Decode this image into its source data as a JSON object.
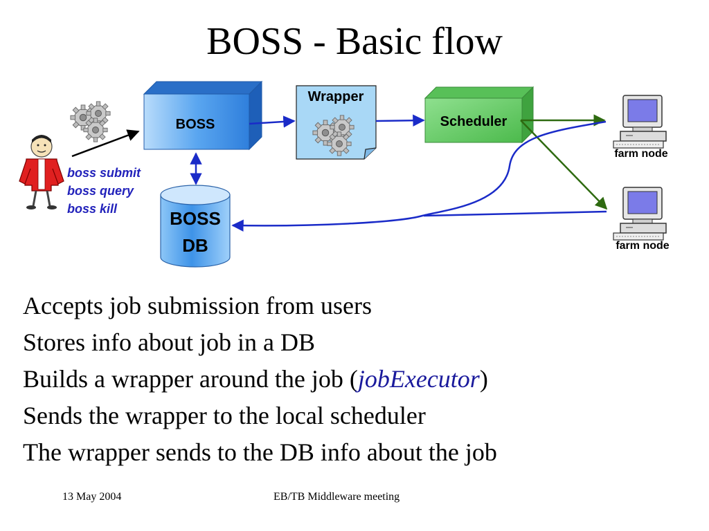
{
  "title": "BOSS - Basic flow",
  "diagram": {
    "boss_label": "BOSS",
    "wrapper_label": "Wrapper",
    "scheduler_label": "Scheduler",
    "db_label_line1": "BOSS",
    "db_label_line2": "DB",
    "farm_node_1": "farm node",
    "farm_node_2": "farm node",
    "commands": [
      "boss submit",
      "boss query",
      "boss kill"
    ]
  },
  "bullets": [
    {
      "text": "Accepts job submission from users"
    },
    {
      "text": "Stores info about job in a DB"
    },
    {
      "text": "Builds a wrapper around the job (",
      "emph": "jobExecutor",
      "after": ")"
    },
    {
      "text": "Sends the wrapper to the local scheduler"
    },
    {
      "text": "The wrapper sends to the DB info about the job"
    }
  ],
  "footer": {
    "date": "13 May 2004",
    "event": "EB/TB Middleware meeting"
  },
  "colors": {
    "boss_box": "#3f8fe6",
    "wrapper_box": "#a9d8f6",
    "scheduler_box": "#6fd06f",
    "db_cylinder": "#5aa8ef",
    "arrow_blue": "#1a2bc8",
    "arrow_green": "#2e6a10",
    "command_text": "#2222bb"
  }
}
